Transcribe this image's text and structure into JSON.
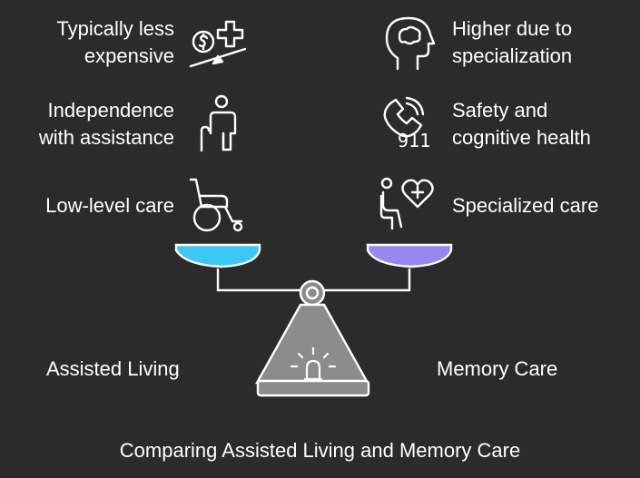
{
  "left": {
    "items": [
      {
        "label": "Typically less\nexpensive",
        "icon": "cost-icon"
      },
      {
        "label": "Independence\nwith assistance",
        "icon": "person-cane-icon"
      },
      {
        "label": "Low-level care",
        "icon": "wheelchair-icon"
      }
    ],
    "title": "Assisted Living",
    "pan_color": "#3cc8f5"
  },
  "right": {
    "items": [
      {
        "label": "Higher due to\nspecialization",
        "icon": "head-brain-icon"
      },
      {
        "label": "Safety and\ncognitive health",
        "icon": "phone-911-icon",
        "icon_text": "911"
      },
      {
        "label": "Specialized care",
        "icon": "person-heart-icon"
      }
    ],
    "title": "Memory Care",
    "pan_color": "#9a86f0"
  },
  "caption": "Comparing Assisted Living and Memory Care",
  "colors": {
    "background": "#2b2b2b",
    "scale": "#8c8c8c",
    "stroke": "#ffffff"
  }
}
